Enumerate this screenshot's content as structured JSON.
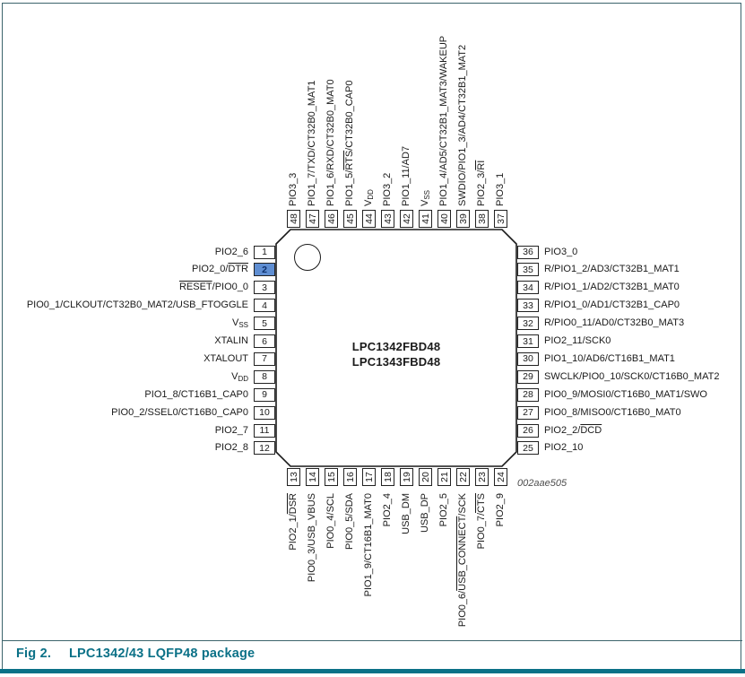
{
  "colors": {
    "accent": "#0b7187",
    "frame": "#3c646c",
    "ink": "#1a1a1a",
    "sel-bg": "#5f8ed2",
    "sel-fg": "#0d2f6b"
  },
  "figure": {
    "caption_label": "Fig 2.",
    "caption_text": "LPC1342/43 LQFP48 package",
    "drawing_id": "002aae505"
  },
  "chip": {
    "line1": "LPC1342FBD48",
    "line2": "LPC1343FBD48"
  },
  "pins": {
    "left": [
      {
        "num": "1",
        "label": [
          {
            "t": "PIO2_6"
          }
        ]
      },
      {
        "num": "2",
        "selected": true,
        "label": [
          {
            "t": "PIO2_0/"
          },
          {
            "t": "DTR",
            "o": true
          }
        ]
      },
      {
        "num": "3",
        "label": [
          {
            "t": "RESET",
            "o": true
          },
          {
            "t": "/PIO0_0"
          }
        ]
      },
      {
        "num": "4",
        "label": [
          {
            "t": "PIO0_1/CLKOUT/CT32B0_MAT2/USB_FTOGGLE"
          }
        ]
      },
      {
        "num": "5",
        "label": [
          {
            "t": "V"
          },
          {
            "t": "SS",
            "sub": true
          }
        ]
      },
      {
        "num": "6",
        "label": [
          {
            "t": "XTALIN"
          }
        ]
      },
      {
        "num": "7",
        "label": [
          {
            "t": "XTALOUT"
          }
        ]
      },
      {
        "num": "8",
        "label": [
          {
            "t": "V"
          },
          {
            "t": "DD",
            "sub": true
          }
        ]
      },
      {
        "num": "9",
        "label": [
          {
            "t": "PIO1_8/CT16B1_CAP0"
          }
        ]
      },
      {
        "num": "10",
        "label": [
          {
            "t": "PIO0_2/SSEL0/CT16B0_CAP0"
          }
        ]
      },
      {
        "num": "11",
        "label": [
          {
            "t": "PIO2_7"
          }
        ]
      },
      {
        "num": "12",
        "label": [
          {
            "t": "PIO2_8"
          }
        ]
      }
    ],
    "top": [
      {
        "num": "48",
        "label": [
          {
            "t": "PIO3_3"
          }
        ]
      },
      {
        "num": "47",
        "label": [
          {
            "t": "PIO1_7/TXD/CT32B0_MAT1"
          }
        ]
      },
      {
        "num": "46",
        "label": [
          {
            "t": "PIO1_6/RXD/CT32B0_MAT0"
          }
        ]
      },
      {
        "num": "45",
        "label": [
          {
            "t": "PIO1_5/"
          },
          {
            "t": "RTS",
            "o": true
          },
          {
            "t": "/CT32B0_CAP0"
          }
        ]
      },
      {
        "num": "44",
        "label": [
          {
            "t": "V"
          },
          {
            "t": "DD",
            "sub": true
          }
        ]
      },
      {
        "num": "43",
        "label": [
          {
            "t": "PIO3_2"
          }
        ]
      },
      {
        "num": "42",
        "label": [
          {
            "t": "PIO1_11/AD7"
          }
        ]
      },
      {
        "num": "41",
        "label": [
          {
            "t": "V"
          },
          {
            "t": "SS",
            "sub": true
          }
        ]
      },
      {
        "num": "40",
        "label": [
          {
            "t": "PIO1_4/AD5/CT32B1_MAT3/WAKEUP"
          }
        ]
      },
      {
        "num": "39",
        "label": [
          {
            "t": "SWDIO/PIO1_3/AD4/CT32B1_MAT2"
          }
        ]
      },
      {
        "num": "38",
        "label": [
          {
            "t": "PIO2_3/"
          },
          {
            "t": "RI",
            "o": true
          }
        ]
      },
      {
        "num": "37",
        "label": [
          {
            "t": "PIO3_1"
          }
        ]
      }
    ],
    "right": [
      {
        "num": "36",
        "label": [
          {
            "t": "PIO3_0"
          }
        ]
      },
      {
        "num": "35",
        "label": [
          {
            "t": "R/PIO1_2/AD3/CT32B1_MAT1"
          }
        ]
      },
      {
        "num": "34",
        "label": [
          {
            "t": "R/PIO1_1/AD2/CT32B1_MAT0"
          }
        ]
      },
      {
        "num": "33",
        "label": [
          {
            "t": "R/PIO1_0/AD1/CT32B1_CAP0"
          }
        ]
      },
      {
        "num": "32",
        "label": [
          {
            "t": "R/PIO0_11/AD0/CT32B0_MAT3"
          }
        ]
      },
      {
        "num": "31",
        "label": [
          {
            "t": "PIO2_11/SCK0"
          }
        ]
      },
      {
        "num": "30",
        "label": [
          {
            "t": "PIO1_10/AD6/CT16B1_MAT1"
          }
        ]
      },
      {
        "num": "29",
        "label": [
          {
            "t": "SWCLK/PIO0_10/SCK0/CT16B0_MAT2"
          }
        ]
      },
      {
        "num": "28",
        "label": [
          {
            "t": "PIO0_9/MOSI0/CT16B0_MAT1/SWO"
          }
        ]
      },
      {
        "num": "27",
        "label": [
          {
            "t": "PIO0_8/MISO0/CT16B0_MAT0"
          }
        ]
      },
      {
        "num": "26",
        "label": [
          {
            "t": "PIO2_2/"
          },
          {
            "t": "DCD",
            "o": true
          }
        ]
      },
      {
        "num": "25",
        "label": [
          {
            "t": "PIO2_10"
          }
        ]
      }
    ],
    "bottom": [
      {
        "num": "13",
        "label": [
          {
            "t": "PIO2_1/"
          },
          {
            "t": "DSR",
            "o": true
          }
        ]
      },
      {
        "num": "14",
        "label": [
          {
            "t": "PIO0_3/USB_VBUS"
          }
        ]
      },
      {
        "num": "15",
        "label": [
          {
            "t": "PIO0_4/SCL"
          }
        ]
      },
      {
        "num": "16",
        "label": [
          {
            "t": "PIO0_5/SDA"
          }
        ]
      },
      {
        "num": "17",
        "label": [
          {
            "t": "PIO1_9/CT16B1_MAT0"
          }
        ]
      },
      {
        "num": "18",
        "label": [
          {
            "t": "PIO2_4"
          }
        ]
      },
      {
        "num": "19",
        "label": [
          {
            "t": "USB_DM"
          }
        ]
      },
      {
        "num": "20",
        "label": [
          {
            "t": "USB_DP"
          }
        ]
      },
      {
        "num": "21",
        "label": [
          {
            "t": "PIO2_5"
          }
        ]
      },
      {
        "num": "22",
        "label": [
          {
            "t": "PIO0_6/"
          },
          {
            "t": "USB_CONNECT",
            "o": true
          },
          {
            "t": "/SCK"
          }
        ]
      },
      {
        "num": "23",
        "label": [
          {
            "t": "PIO0_7/"
          },
          {
            "t": "CTS",
            "o": true
          }
        ]
      },
      {
        "num": "24",
        "label": [
          {
            "t": "PIO2_9"
          }
        ]
      }
    ]
  }
}
